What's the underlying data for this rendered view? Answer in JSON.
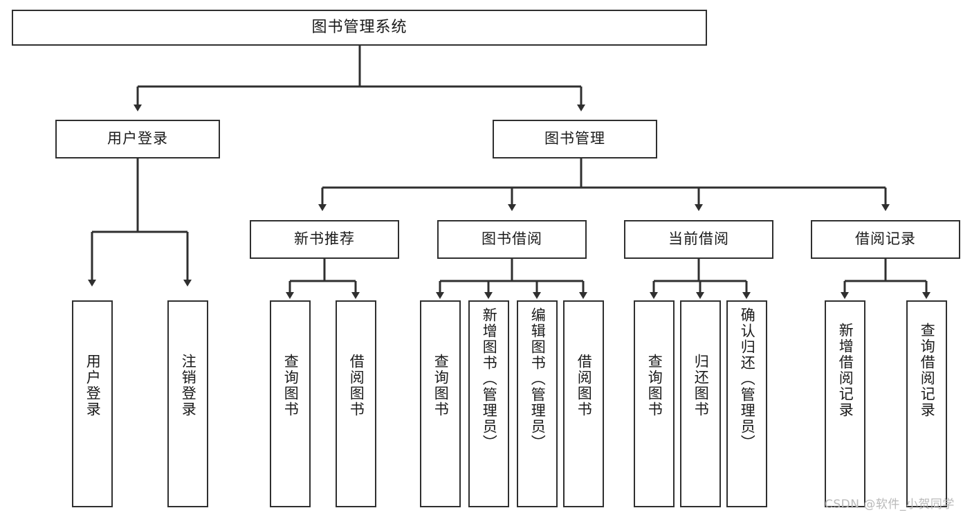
{
  "diagram": {
    "type": "tree-hierarchy-chart",
    "title": "图书管理系统",
    "stroke_color": "#2f2f2f",
    "background_color": "#ffffff",
    "text_color": "#1a1a1a",
    "watermark": "CSDN @软件_小贺同学",
    "levels": {
      "root": {
        "label": "图书管理系统"
      },
      "level2": [
        {
          "id": "user-login",
          "label": "用户登录"
        },
        {
          "id": "book-management",
          "label": "图书管理"
        }
      ],
      "level3": [
        {
          "id": "new-book-recommend",
          "label": "新书推荐",
          "parent": "book-management"
        },
        {
          "id": "book-borrow",
          "label": "图书借阅",
          "parent": "book-management"
        },
        {
          "id": "current-borrow",
          "label": "当前借阅",
          "parent": "book-management"
        },
        {
          "id": "borrow-record",
          "label": "借阅记录",
          "parent": "book-management"
        }
      ],
      "leaves": [
        {
          "id": "leaf-user-login",
          "label": "用户登录",
          "parent": "user-login"
        },
        {
          "id": "leaf-logout-login",
          "label": "注销登录",
          "parent": "user-login"
        },
        {
          "id": "leaf-query-book-1",
          "label": "查询图书",
          "parent": "new-book-recommend"
        },
        {
          "id": "leaf-borrow-book-1",
          "label": "借阅图书",
          "parent": "new-book-recommend"
        },
        {
          "id": "leaf-query-book-2",
          "label": "查询图书",
          "parent": "book-borrow"
        },
        {
          "id": "leaf-add-book",
          "label": "新增图书（管理员）",
          "parent": "book-borrow"
        },
        {
          "id": "leaf-edit-book",
          "label": "编辑图书（管理员）",
          "parent": "book-borrow"
        },
        {
          "id": "leaf-borrow-book-2",
          "label": "借阅图书",
          "parent": "book-borrow"
        },
        {
          "id": "leaf-query-book-3",
          "label": "查询图书",
          "parent": "current-borrow"
        },
        {
          "id": "leaf-return-book",
          "label": "归还图书",
          "parent": "current-borrow"
        },
        {
          "id": "leaf-confirm-return",
          "label": "确认归还（管理员）",
          "parent": "current-borrow"
        },
        {
          "id": "leaf-add-record",
          "label": "新增借阅记录",
          "parent": "borrow-record"
        },
        {
          "id": "leaf-query-record",
          "label": "查询借阅记录",
          "parent": "borrow-record"
        }
      ]
    }
  }
}
